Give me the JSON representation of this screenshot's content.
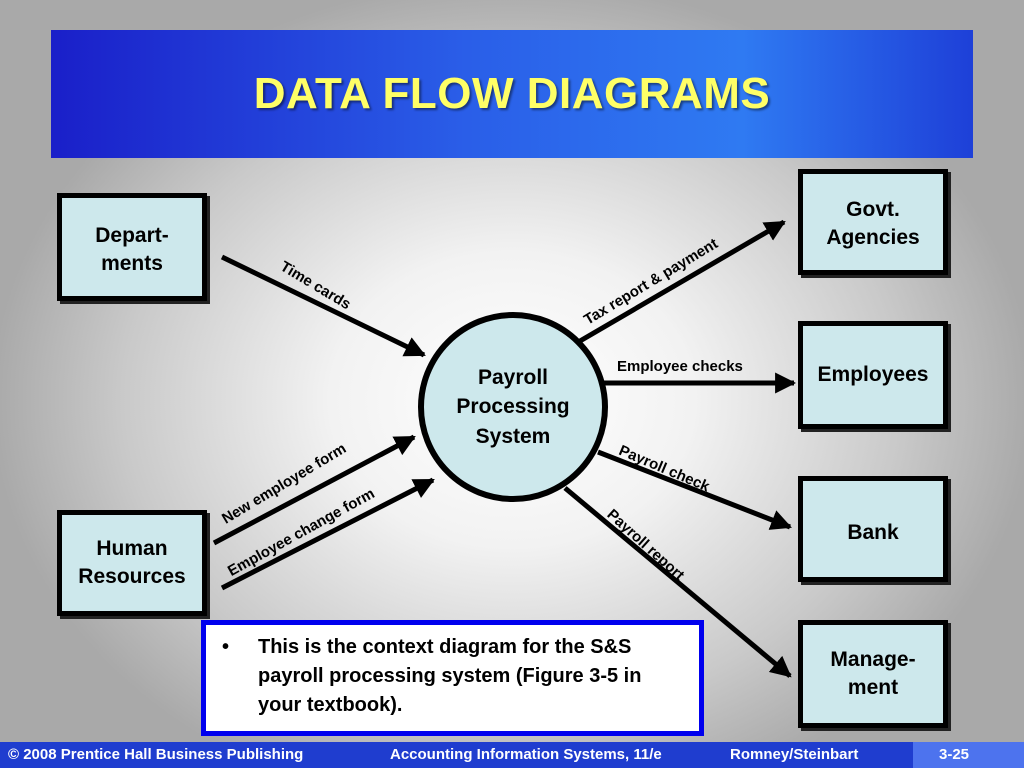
{
  "slide": {
    "title": "DATA FLOW DIAGRAMS"
  },
  "process": {
    "line1": "Payroll",
    "line2": "Processing",
    "line3": "System"
  },
  "entities": {
    "departments": {
      "line1": "Depart-",
      "line2": "ments"
    },
    "human_resources": {
      "line1": "Human",
      "line2": "Resources"
    },
    "govt_agencies": {
      "line1": "Govt.",
      "line2": "Agencies"
    },
    "employees": {
      "line1": "Employees"
    },
    "bank": {
      "line1": "Bank"
    },
    "management": {
      "line1": "Manage-",
      "line2": "ment"
    }
  },
  "flows": {
    "time_cards": "Time cards",
    "new_employee_form": "New employee form",
    "employee_change_form": "Employee change form",
    "tax_report_payment": "Tax report & payment",
    "employee_checks": "Employee checks",
    "payroll_check": "Payroll check",
    "payroll_report": "Payroll report"
  },
  "note": {
    "bullet": "•",
    "text": "This is the context diagram for the S&S payroll processing system (Figure 3-5 in your textbook)."
  },
  "footer": {
    "copyright": "© 2008 Prentice Hall Business Publishing",
    "course": "Accounting Information Systems, 11/e",
    "authors": "Romney/Steinbart",
    "page": "3-25"
  },
  "colors": {
    "title_text": "#ffff66",
    "title_bar": "#2a5ee8",
    "box_fill": "#cde8ec",
    "note_border": "#0000ee",
    "footer_bar": "#1f3dcf"
  }
}
